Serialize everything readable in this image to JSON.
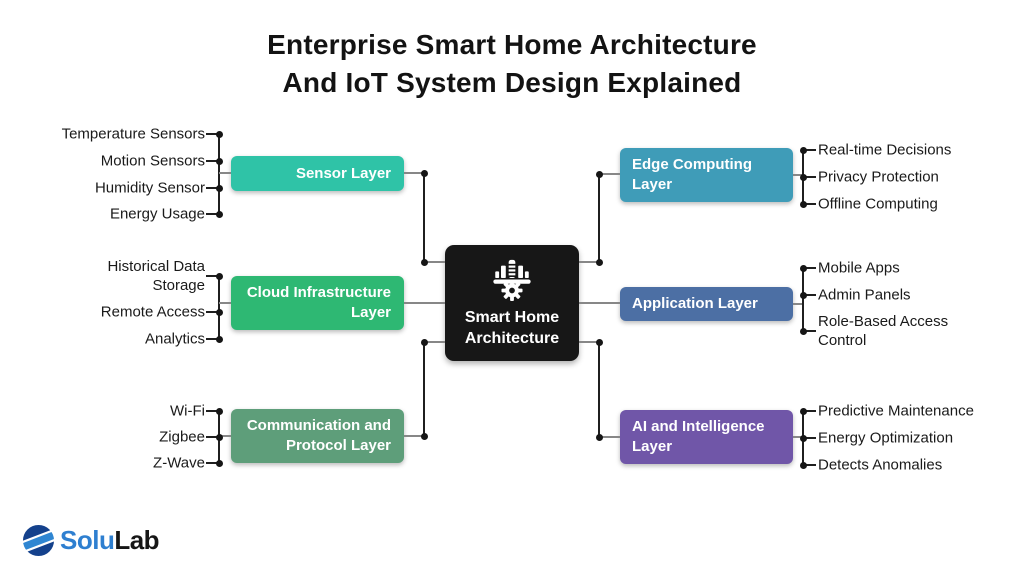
{
  "title": {
    "line1": "Enterprise Smart Home Architecture",
    "line2": "And IoT System Design Explained"
  },
  "center_node": {
    "line1": "Smart Home",
    "line2": "Architecture",
    "bg": "#171717",
    "icon": "gear-analytics-icon"
  },
  "groups": [
    {
      "id": "sensor",
      "side": "left",
      "label": "Sensor Layer",
      "color": "#2fc3a7",
      "items": [
        "Temperature Sensors",
        "Motion Sensors",
        "Humidity Sensor",
        "Energy Usage"
      ]
    },
    {
      "id": "cloud",
      "side": "left",
      "label": "Cloud Infrastructure Layer",
      "color": "#2eb873",
      "items": [
        "Historical Data Storage",
        "Remote Access",
        "Analytics"
      ]
    },
    {
      "id": "communication",
      "side": "left",
      "label": "Communication and Protocol Layer",
      "color": "#5e9e7a",
      "items": [
        "Wi-Fi",
        "Zigbee",
        "Z-Wave"
      ]
    },
    {
      "id": "edge",
      "side": "right",
      "label": "Edge Computing Layer",
      "color": "#3f9cb8",
      "items": [
        "Real-time Decisions",
        "Privacy Protection",
        "Offline Computing"
      ]
    },
    {
      "id": "application",
      "side": "right",
      "label": "Application Layer",
      "color": "#4c6fa4",
      "items": [
        "Mobile Apps",
        "Admin Panels",
        "Role-Based Access Control"
      ]
    },
    {
      "id": "ai",
      "side": "right",
      "label": "AI and Intelligence Layer",
      "color": "#7056a8",
      "items": [
        "Predictive Maintenance",
        "Energy Optimization",
        "Detects Anomalies"
      ]
    }
  ],
  "logo": {
    "part1": "Solu",
    "part2": "Lab",
    "part1_color": "#2e7fd0",
    "part2_color": "#161616",
    "icon": "solulab-sphere-icon"
  },
  "palette": {
    "background": "#ffffff",
    "text": "#1a1a1a",
    "line_gray": "#878787",
    "line_dark": "#1f1f1f"
  }
}
